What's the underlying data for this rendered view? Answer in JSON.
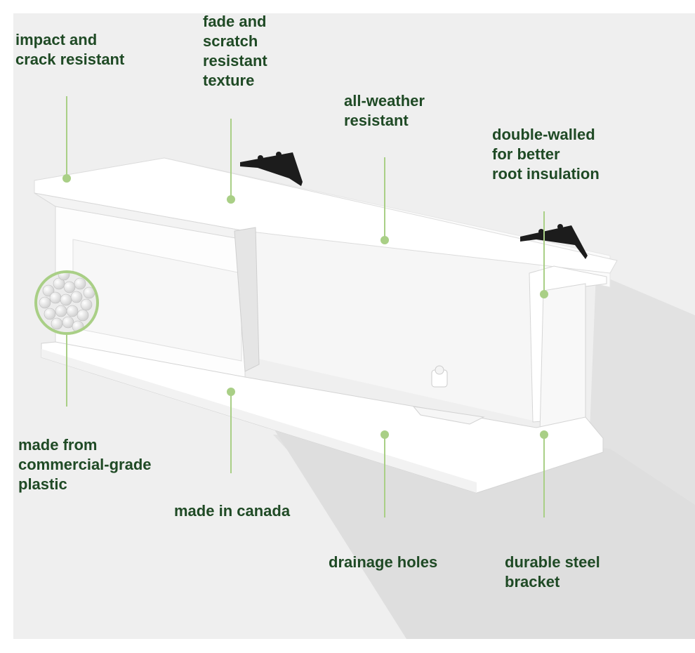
{
  "labels": {
    "impact": "impact and\ncrack resistant",
    "fade": "fade and\nscratch\nresistant\ntexture",
    "weather": "all-weather\nresistant",
    "double_walled": "double-walled\nfor better\nroot insulation",
    "plastic": "made from\ncommercial-grade\nplastic",
    "canada": "made in canada",
    "drainage": "drainage holes",
    "bracket": "durable steel\nbracket"
  },
  "colors": {
    "label_text": "#1f4a25",
    "callout_line": "#a9cf86",
    "background": "#efefef",
    "planter": "#ffffff",
    "bracket": "#1c1c1c"
  }
}
